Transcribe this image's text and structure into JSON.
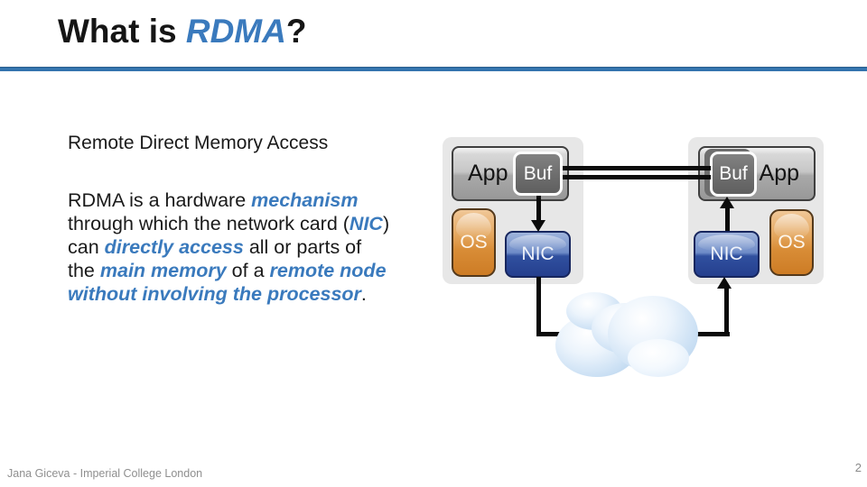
{
  "slide": {
    "title": {
      "prefix": "What is ",
      "highlight": "RDMA",
      "suffix": "?"
    },
    "colors": {
      "accent_rule": "#3474AE",
      "highlight_blue": "#3A7ABD",
      "nic_blue": "#2B4A9B",
      "os_orange": "#D8892F",
      "buf_gray": "#6E6E6E",
      "panel_gray": "#E7E7E7",
      "cloud_blue": "#C9DFF4"
    }
  },
  "body": {
    "lead": "Remote Direct Memory Access",
    "lines": [
      {
        "segments": [
          {
            "t": "RDMA is a hardware "
          },
          {
            "t": "mechanism"
          }
        ]
      },
      {
        "segments": [
          {
            "t": "through which the network card ("
          },
          {
            "t": "NIC"
          },
          {
            "t": ")"
          }
        ]
      },
      {
        "segments": [
          {
            "t": "can "
          },
          {
            "t": "directly access"
          },
          {
            "t": " all or parts of"
          }
        ]
      },
      {
        "segments": [
          {
            "t": "the "
          },
          {
            "t": "main memory"
          },
          {
            "t": " of a "
          },
          {
            "t": "remote node"
          }
        ]
      },
      {
        "segments": [
          {
            "t": "without involving the processor"
          },
          {
            "t": "."
          }
        ]
      }
    ]
  },
  "diagram": {
    "left_node": {
      "app_label": "App",
      "buf_label": "Buf",
      "os_label": "OS",
      "nic_label": "NIC"
    },
    "right_node": {
      "app_label": "App",
      "buf_label": "Buf",
      "os_label": "OS",
      "nic_label": "NIC"
    }
  },
  "footer": {
    "credit": "Jana Giceva - Imperial College London",
    "page_number": "2"
  }
}
